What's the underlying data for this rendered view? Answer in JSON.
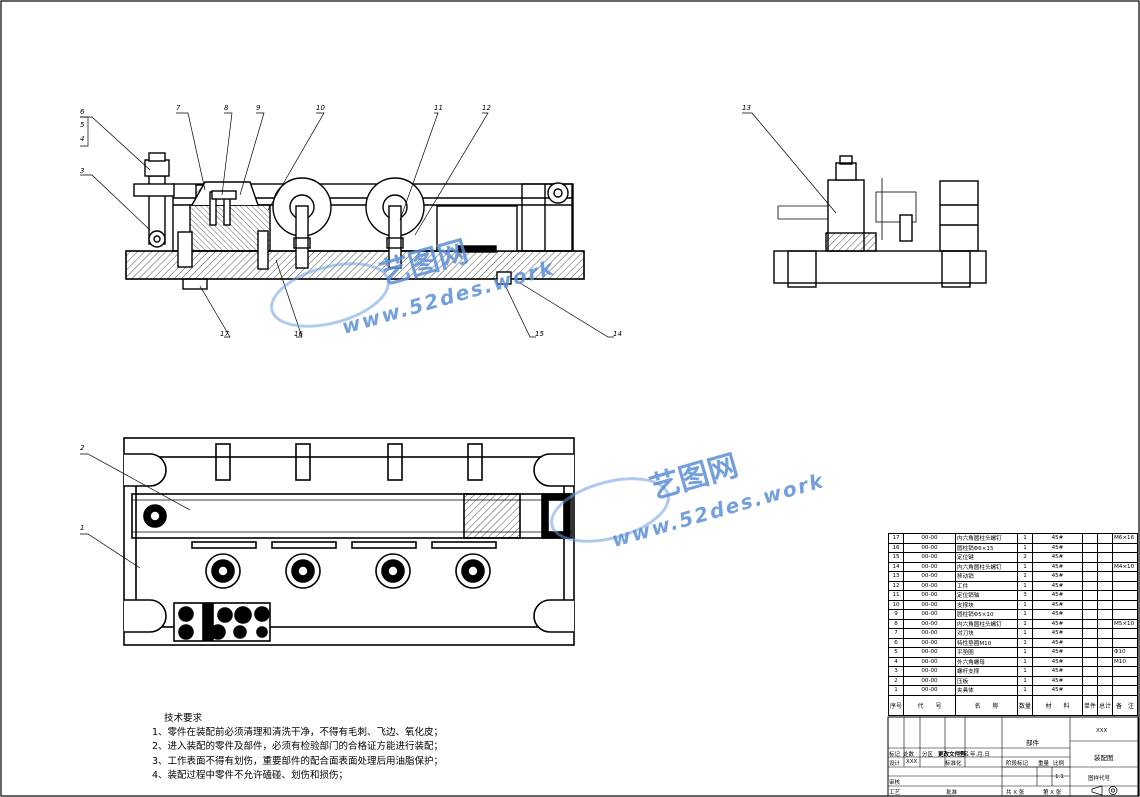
{
  "callouts": {
    "c1": "1",
    "c2": "2",
    "c3": "3",
    "c4": "4",
    "c5": "5",
    "c6": "6",
    "c7": "7",
    "c8": "8",
    "c9": "9",
    "c10": "10",
    "c11": "11",
    "c12": "12",
    "c13": "13",
    "c14": "14",
    "c15": "15",
    "c16": "16",
    "c17": "17"
  },
  "watermark": {
    "brand_cn": "艺图网",
    "url": "www.52des.work"
  },
  "tech_requirements": {
    "heading": "技术要求",
    "items": [
      "1、零件在装配前必须清理和清洗干净，不得有毛刺、飞边、氧化皮；",
      "2、进入装配的零件及部件，必须有检验部门的合格证方能进行装配；",
      "3、工作表面不得有划伤，重要部件的配合面表面处理后用油脂保护；",
      "4、装配过程中零件不允许磕碰、划伤和损伤；"
    ]
  },
  "bom": {
    "rows": [
      {
        "no": "17",
        "code": "00-00",
        "name": "内六角圆柱头螺钉",
        "qty": "1",
        "mat": "45#",
        "note": "M6×16"
      },
      {
        "no": "16",
        "code": "00-00",
        "name": "圆柱销Φ6×15",
        "qty": "1",
        "mat": "45#",
        "note": ""
      },
      {
        "no": "15",
        "code": "00-00",
        "name": "定位键",
        "qty": "2",
        "mat": "45#",
        "note": ""
      },
      {
        "no": "14",
        "code": "00-00",
        "name": "内六角圆柱头螺钉",
        "qty": "1",
        "mat": "45#",
        "note": "M4×10"
      },
      {
        "no": "13",
        "code": "00-00",
        "name": "移动销",
        "qty": "1",
        "mat": "45#",
        "note": ""
      },
      {
        "no": "12",
        "code": "00-00",
        "name": "工件",
        "qty": "1",
        "mat": "45#",
        "note": ""
      },
      {
        "no": "11",
        "code": "00-00",
        "name": "定位销轴",
        "qty": "3",
        "mat": "45#",
        "note": ""
      },
      {
        "no": "10",
        "code": "00-00",
        "name": "支撑块",
        "qty": "1",
        "mat": "45#",
        "note": ""
      },
      {
        "no": "9",
        "code": "00-00",
        "name": "圆柱销Φ5×10",
        "qty": "1",
        "mat": "45#",
        "note": ""
      },
      {
        "no": "8",
        "code": "00-00",
        "name": "内六角圆柱头螺钉",
        "qty": "1",
        "mat": "45#",
        "note": "M5×10"
      },
      {
        "no": "7",
        "code": "00-00",
        "name": "对刀块",
        "qty": "1",
        "mat": "45#",
        "note": ""
      },
      {
        "no": "6",
        "code": "00-00",
        "name": "特性垫圈M10",
        "qty": "1",
        "mat": "45#",
        "note": ""
      },
      {
        "no": "5",
        "code": "00-00",
        "name": "平垫圈",
        "qty": "1",
        "mat": "45#",
        "note": "Φ10"
      },
      {
        "no": "4",
        "code": "00-00",
        "name": "外六角螺母",
        "qty": "1",
        "mat": "45#",
        "note": "M10"
      },
      {
        "no": "3",
        "code": "00-00",
        "name": "螺杆支撑",
        "qty": "1",
        "mat": "45#",
        "note": ""
      },
      {
        "no": "2",
        "code": "00-00",
        "name": "压板",
        "qty": "1",
        "mat": "45#",
        "note": ""
      },
      {
        "no": "1",
        "code": "00-00",
        "name": "夹具体",
        "qty": "1",
        "mat": "45#",
        "note": ""
      }
    ],
    "header": {
      "no": "序号",
      "code": "代　　号",
      "name": "名　　称",
      "qty": "数量",
      "mat": "材　　料",
      "single": "单件",
      "total": "总计",
      "weight": "重量",
      "note": "备　注"
    }
  },
  "title_block": {
    "xxx_top": "XXX",
    "part_name": "部件",
    "drawing_title": "装配图",
    "mark_col": "标记",
    "count_col": "处数",
    "partition": "分区",
    "change_doc": "更改文件号",
    "sign": "签名",
    "date": "年.月.日",
    "design": "设计",
    "designer": "XXX",
    "std": "标准化",
    "stage_mark": "阶段标记",
    "weight": "重量",
    "scale": "比例",
    "scale_value": "1:1",
    "check": "审核",
    "craft": "工艺",
    "approve": "批准",
    "sheets": "共 X 张",
    "sheet_no": "第 X 张",
    "drawing_code": "图样代号"
  }
}
